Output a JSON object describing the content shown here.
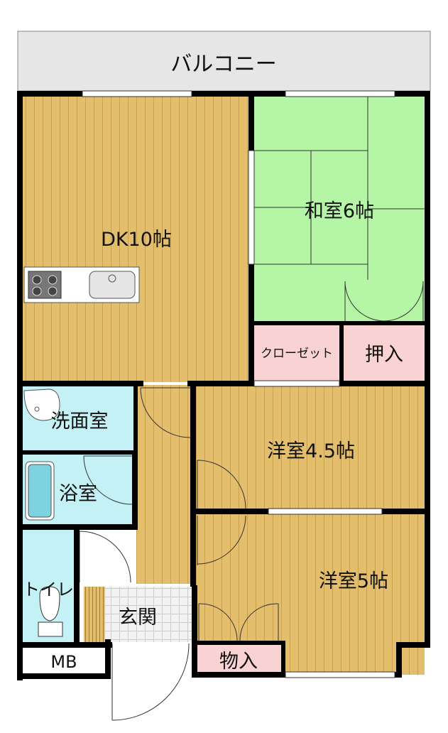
{
  "labels": {
    "balcony": "バルコニー",
    "dk": "DK10帖",
    "washitsu": "和室6帖",
    "closet": "クローゼット",
    "oshiire": "押入",
    "yoshitsu45": "洋室4.5帖",
    "yoshitsu5": "洋室5帖",
    "senmenshitsu": "洗面室",
    "yokushitsu": "浴室",
    "toilet": "トイレ",
    "genkan": "玄関",
    "mb": "MB",
    "monoire": "物入"
  },
  "colors": {
    "wood": "#E3BE6D",
    "wood_grain": "#C9A04E",
    "tatami": "#B5F5A6",
    "wet_area": "#C4F1F5",
    "storage": "#F9D3D3",
    "balcony": "#E6E6E6",
    "wall": "#000000"
  }
}
